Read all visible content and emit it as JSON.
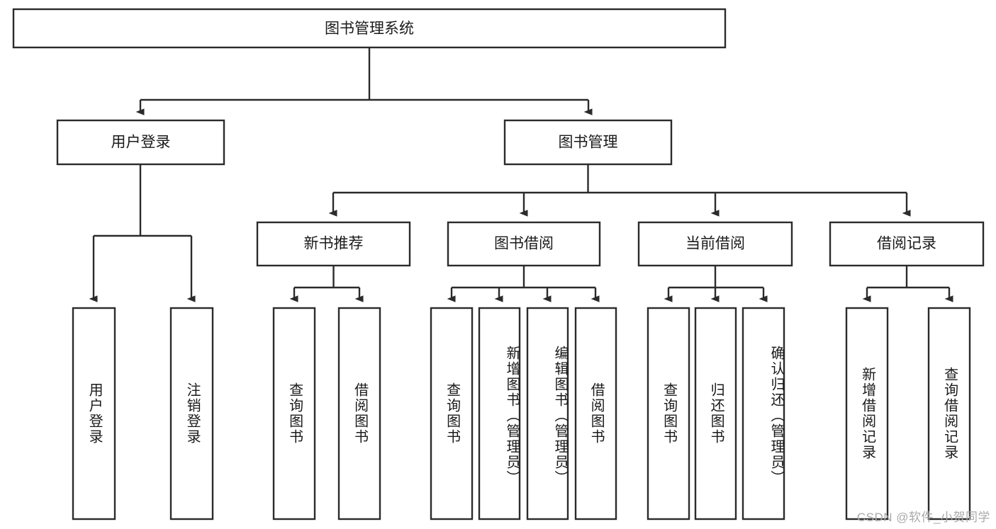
{
  "diagram": {
    "type": "tree",
    "title": "图书管理系统",
    "orientation": "top-down",
    "theme": {
      "background": "#ffffff",
      "box_fill": "#ffffff",
      "box_stroke": "#2b2b2b",
      "text_color": "#1a1a1a",
      "connector_color": "#2b2b2b",
      "watermark_color": "#a9a9a9"
    },
    "root": {
      "label": "图书管理系统"
    },
    "level2": [
      {
        "label": "用户登录"
      },
      {
        "label": "图书管理"
      }
    ],
    "level3": [
      {
        "label": "新书推荐"
      },
      {
        "label": "图书借阅"
      },
      {
        "label": "当前借阅"
      },
      {
        "label": "借阅记录"
      }
    ],
    "leaves": {
      "user_login": [
        {
          "label": "用户登录"
        },
        {
          "label": "注销登录"
        }
      ],
      "new_book_recommend": [
        {
          "label": "查询图书"
        },
        {
          "label": "借阅图书"
        }
      ],
      "book_borrow": [
        {
          "label": "查询图书"
        },
        {
          "label": "新增图书（管理员）"
        },
        {
          "label": "编辑图书（管理员）"
        },
        {
          "label": "借阅图书"
        }
      ],
      "current_borrow": [
        {
          "label": "查询图书"
        },
        {
          "label": "归还图书"
        },
        {
          "label": "确认归还（管理员）"
        }
      ],
      "borrow_record": [
        {
          "label": "新增借阅记录"
        },
        {
          "label": "查询借阅记录"
        }
      ]
    }
  },
  "watermark": {
    "text": "CSDN @软件_小贺同学"
  }
}
